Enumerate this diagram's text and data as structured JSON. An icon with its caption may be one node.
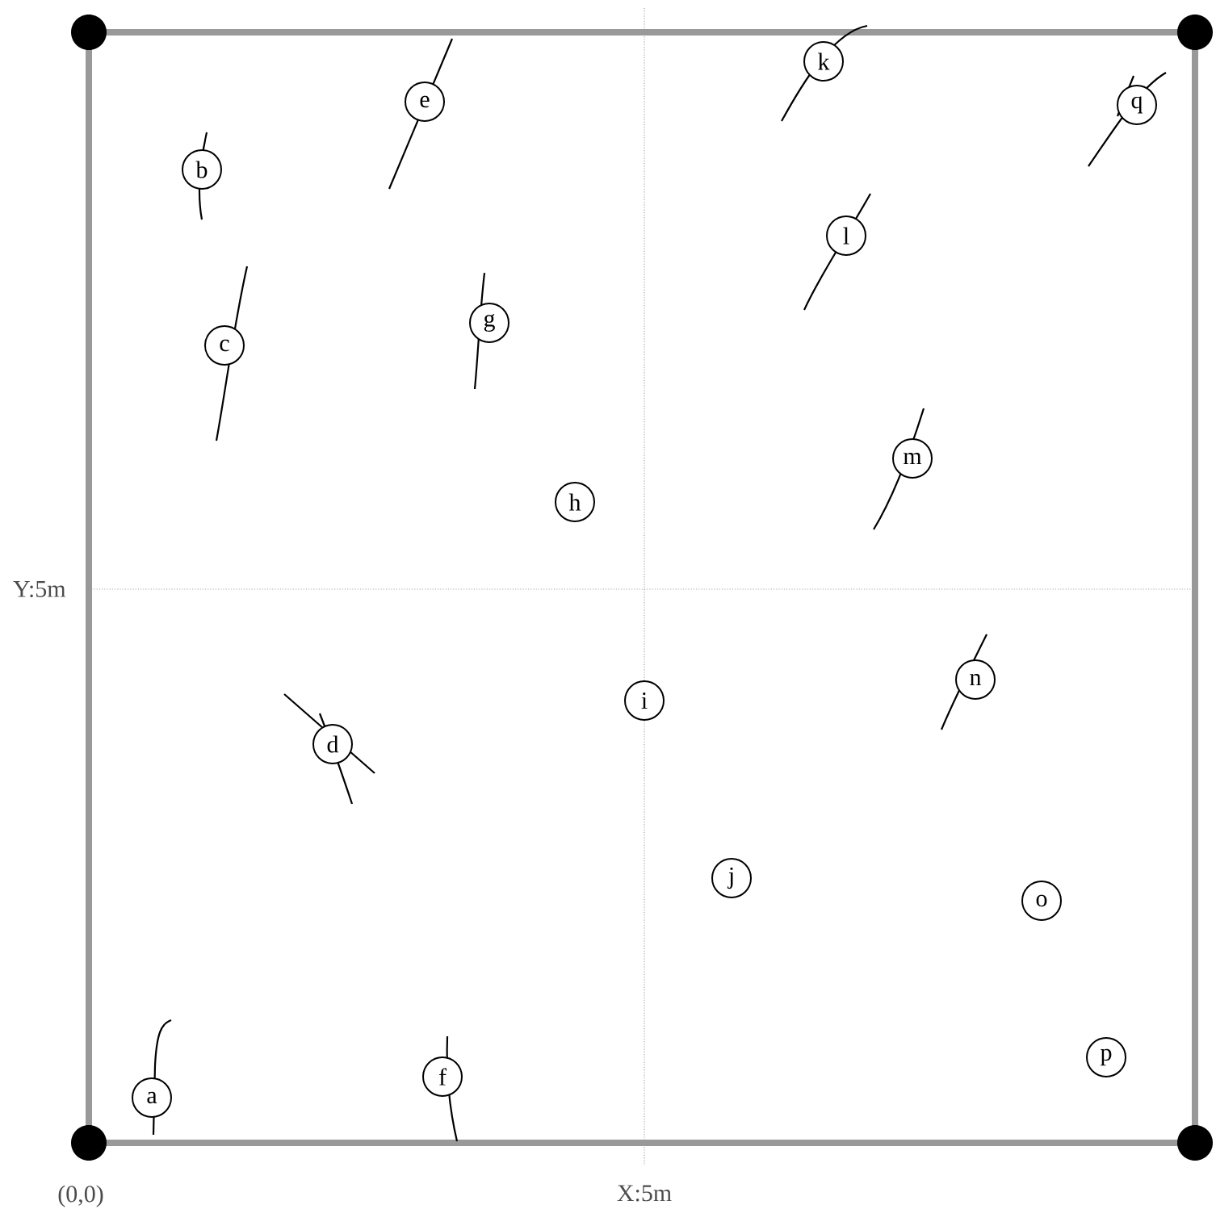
{
  "diagram": {
    "nodes": [
      {
        "text": [
          "a"
        ]
      },
      {
        "text": [
          "b"
        ]
      },
      {
        "text": [
          "c"
        ]
      },
      {
        "text": [
          "d"
        ]
      },
      {
        "text": [
          "e"
        ]
      },
      {
        "text": [
          "f"
        ]
      },
      {
        "text": [
          "g"
        ]
      },
      {
        "text": [
          "h"
        ]
      },
      {
        "text": [
          "i"
        ]
      },
      {
        "text": [
          "j"
        ]
      },
      {
        "text": [
          "k"
        ]
      },
      {
        "text": [
          "l"
        ]
      },
      {
        "text": [
          "m"
        ]
      },
      {
        "text": [
          "n"
        ]
      },
      {
        "text": [
          "o"
        ]
      },
      {
        "text": [
          "p"
        ]
      },
      {
        "text": [
          "q"
        ]
      }
    ],
    "labels": [
      "Y:5m",
      "(0,0)",
      "X:5m"
    ]
  }
}
